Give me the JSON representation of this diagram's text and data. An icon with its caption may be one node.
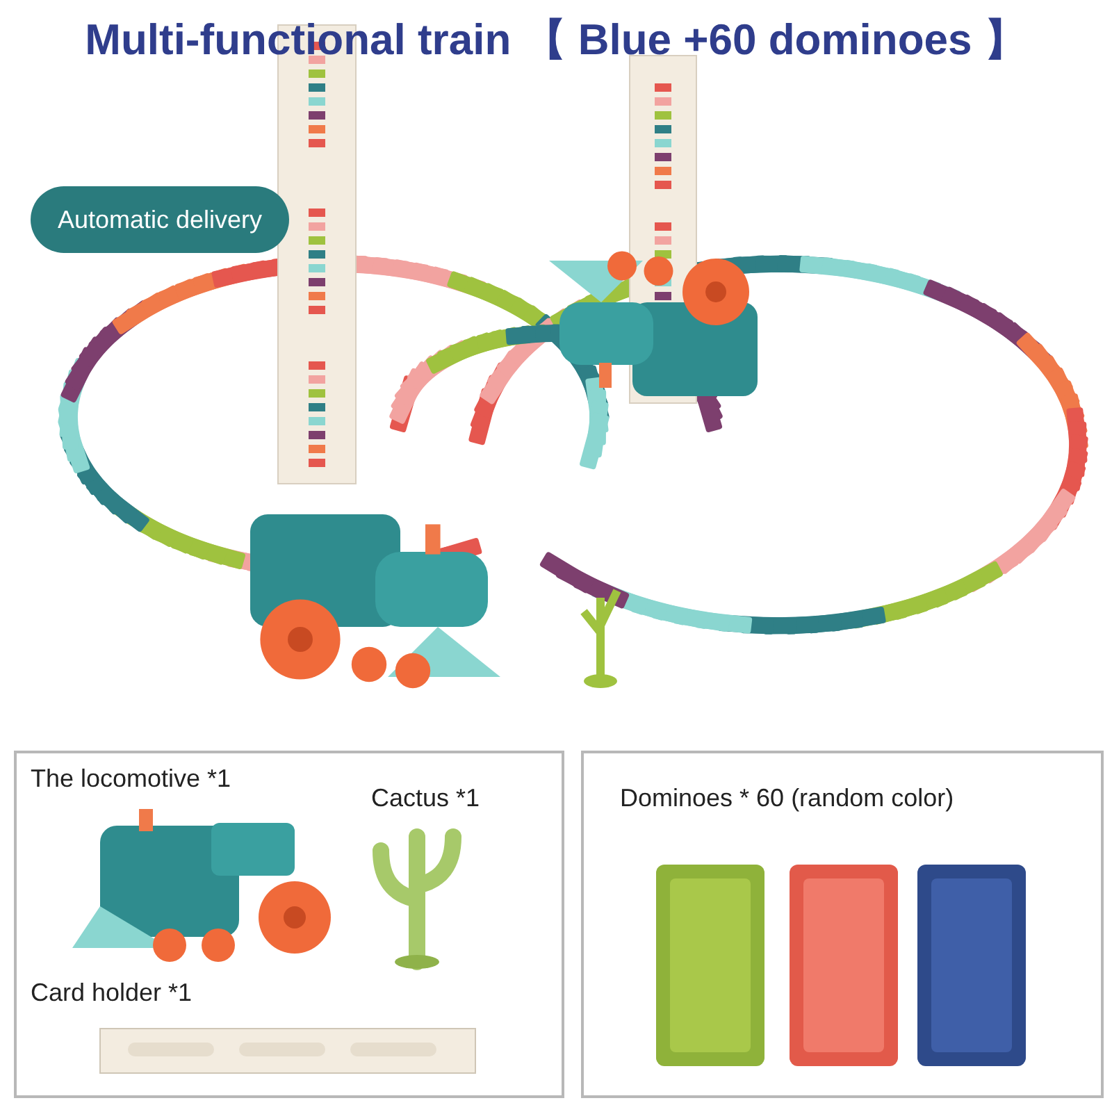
{
  "diagram": {
    "title": "Multi-functional train 【 Blue +60 dominoes 】",
    "nodes": [
      {
        "text": [
          "Automatic delivery"
        ]
      },
      {
        "text": [
          "The locomotive *1",
          "Cactus *1",
          "Card holder *1"
        ]
      },
      {
        "text": [
          "Dominoes * 60 (random color)"
        ]
      }
    ]
  }
}
